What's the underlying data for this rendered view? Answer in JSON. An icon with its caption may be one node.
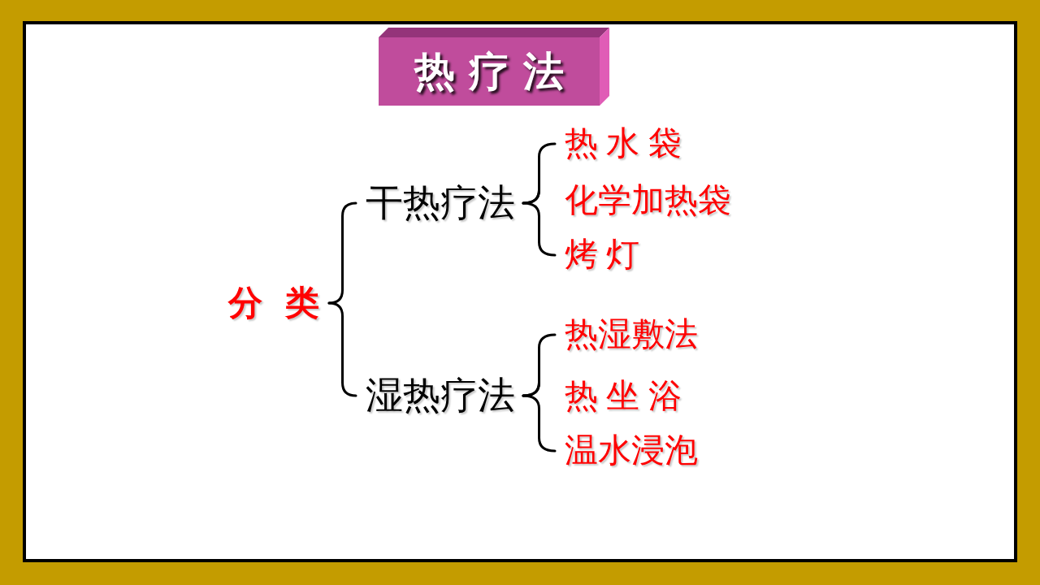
{
  "diagram": {
    "title": "热 疗 法",
    "nodes": [
      {
        "text": [
          "分 类"
        ]
      },
      {
        "text": [
          "干热疗法"
        ]
      },
      {
        "text": [
          "热 水 袋"
        ]
      },
      {
        "text": [
          "化学加热袋"
        ]
      },
      {
        "text": [
          "烤 灯"
        ]
      },
      {
        "text": [
          "湿热疗法"
        ]
      },
      {
        "text": [
          "热湿敷法"
        ]
      },
      {
        "text": [
          "热 坐 浴"
        ]
      },
      {
        "text": [
          "温水浸泡"
        ]
      }
    ],
    "edges": [
      {
        "from": 0,
        "to": 1,
        "arrow": "none"
      },
      {
        "from": 0,
        "to": 5,
        "arrow": "none"
      },
      {
        "from": 1,
        "to": 2,
        "arrow": "none"
      },
      {
        "from": 1,
        "to": 3,
        "arrow": "none"
      },
      {
        "from": 1,
        "to": 4,
        "arrow": "none"
      },
      {
        "from": 5,
        "to": 6,
        "arrow": "none"
      },
      {
        "from": 5,
        "to": 7,
        "arrow": "none"
      },
      {
        "from": 5,
        "to": 8,
        "arrow": "none"
      }
    ]
  }
}
